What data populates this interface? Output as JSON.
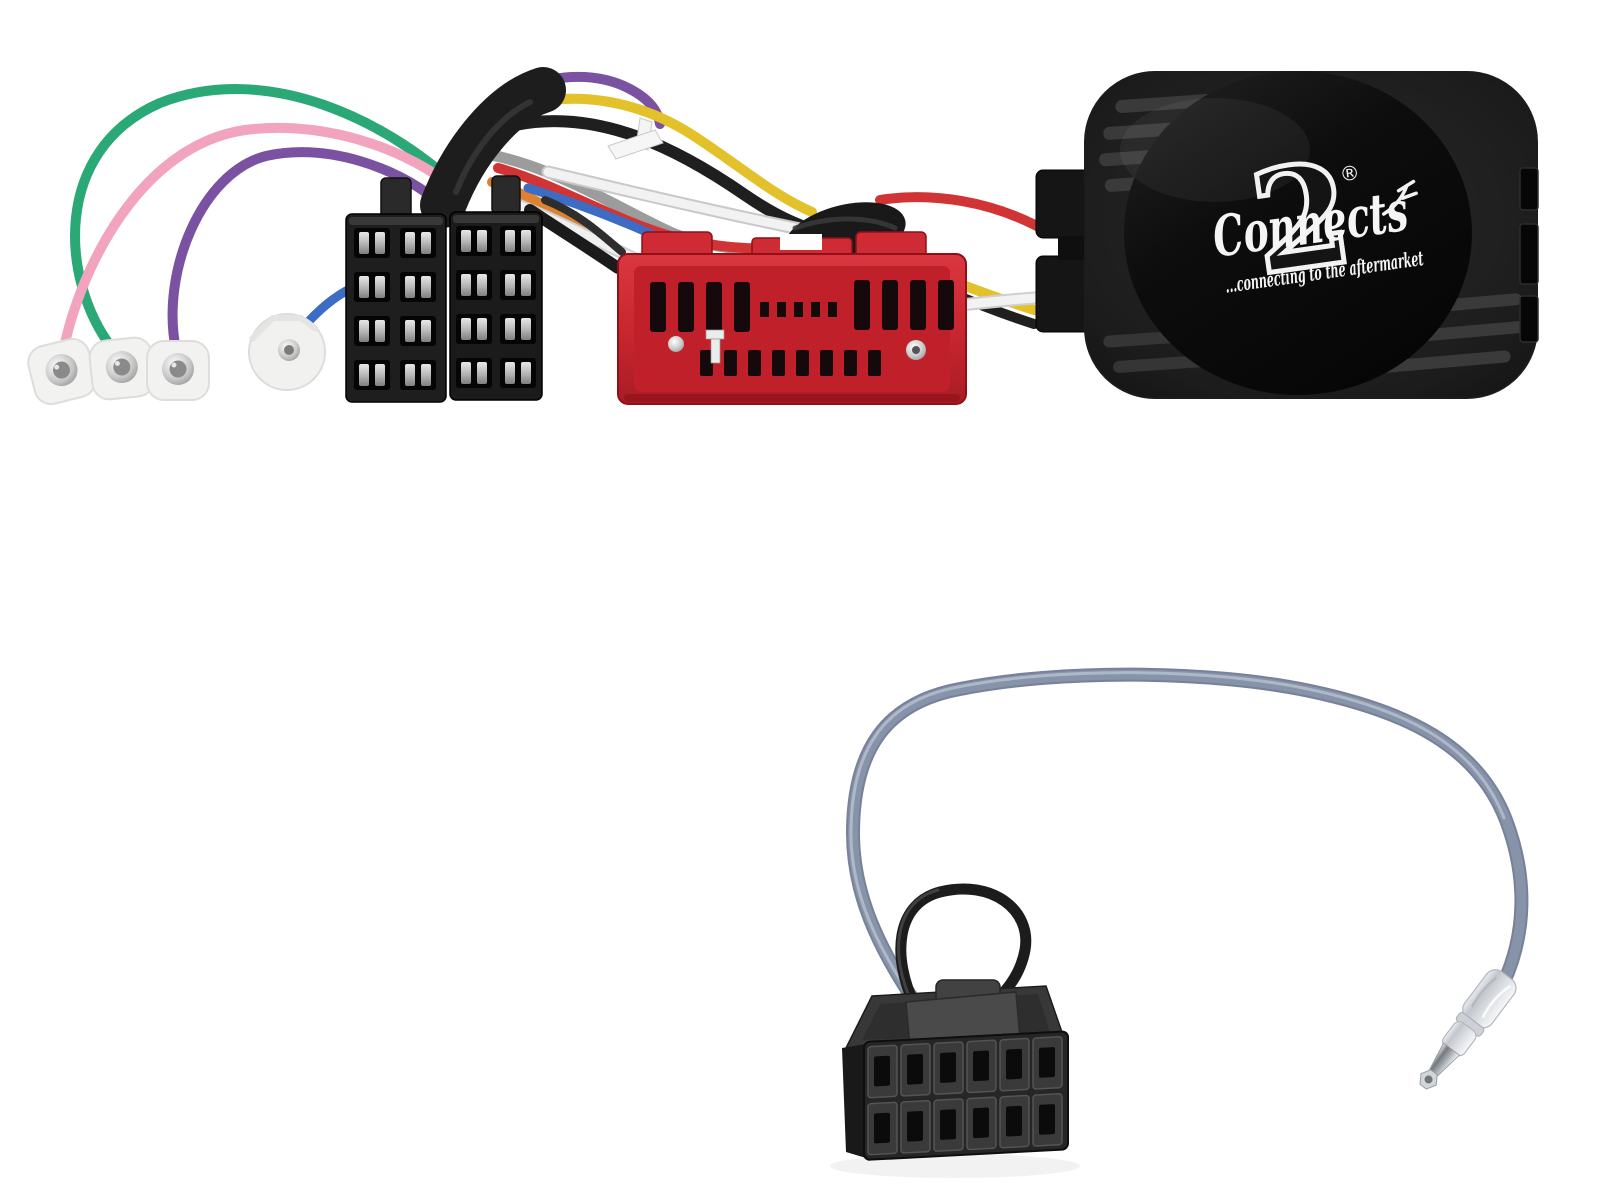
{
  "scene": {
    "kind": "product-photo",
    "background": "#ffffff",
    "objects": [
      "car-stereo-wiring-harness",
      "iso-connectors",
      "mazda-red-connector",
      "ring-terminals",
      "steering-wheel-control-interface-box",
      "antenna-adapter-patch-lead",
      "12-pin-patch-connector",
      "iso-antenna-plug"
    ]
  },
  "branding": {
    "brand_script": "Connects",
    "brand_numeral": "2",
    "registered_mark": "®",
    "tagline": "...connecting to the aftermarket"
  },
  "palette": {
    "background": "#ffffff",
    "box_shell": "#1c1c1c",
    "box_gloss": "#0b0b0b",
    "logo_white": "#f5f5f5",
    "mazda_red": "#cf2b34",
    "connector_black": "#1e1e1e",
    "patch_cable_grey": "#8793a8",
    "wire_green": "#2aa876",
    "wire_pink": "#f2a3bd",
    "wire_purple": "#7a52a1",
    "wire_blue": "#3c6cc4",
    "wire_yellow": "#e2c12a",
    "wire_red": "#d03434",
    "wire_orange": "#de8130",
    "wire_white": "#f0f0f0",
    "wire_grey": "#9c9c9c",
    "wire_black": "#1f1f1f",
    "terminal_white": "#f2f2f0",
    "metal_silver": "#c9c9c9"
  }
}
